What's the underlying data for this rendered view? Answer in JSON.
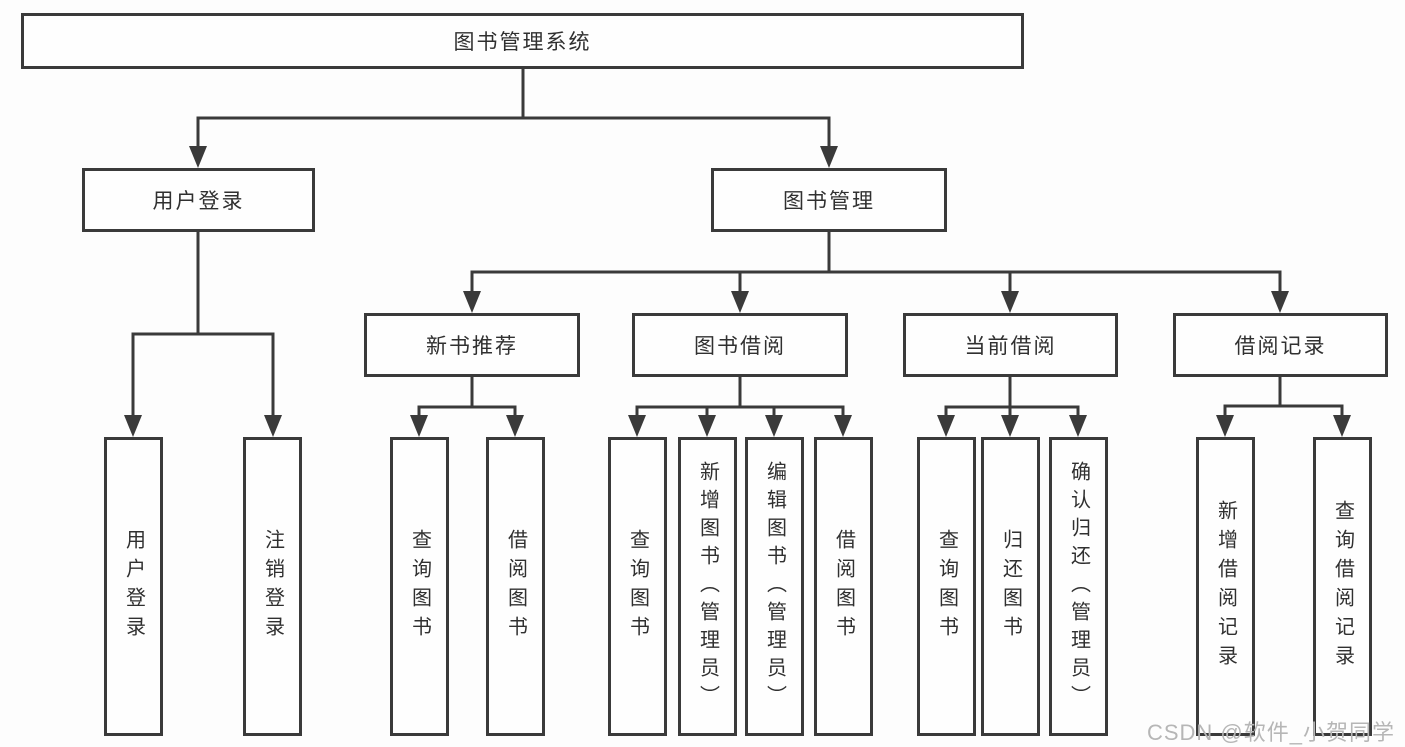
{
  "diagram": {
    "root": "图书管理系统",
    "branches": [
      {
        "label": "用户登录",
        "leaves": [
          "用户登录",
          "注销登录"
        ]
      },
      {
        "label": "图书管理",
        "children": [
          {
            "label": "新书推荐",
            "leaves": [
              "查询图书",
              "借阅图书"
            ]
          },
          {
            "label": "图书借阅",
            "leaves": [
              "查询图书",
              "新增图书（管理员）",
              "编辑图书（管理员）",
              "借阅图书"
            ]
          },
          {
            "label": "当前借阅",
            "leaves": [
              "查询图书",
              "归还图书",
              "确认归还（管理员）"
            ]
          },
          {
            "label": "借阅记录",
            "leaves": [
              "新增借阅记录",
              "查询借阅记录"
            ]
          }
        ]
      }
    ]
  },
  "watermark": "CSDN @软件_小贺同学",
  "colors": {
    "line": "#3a3a3a",
    "text": "#303030",
    "background": "#fdfdfd",
    "watermark": "#b6b6b6"
  }
}
